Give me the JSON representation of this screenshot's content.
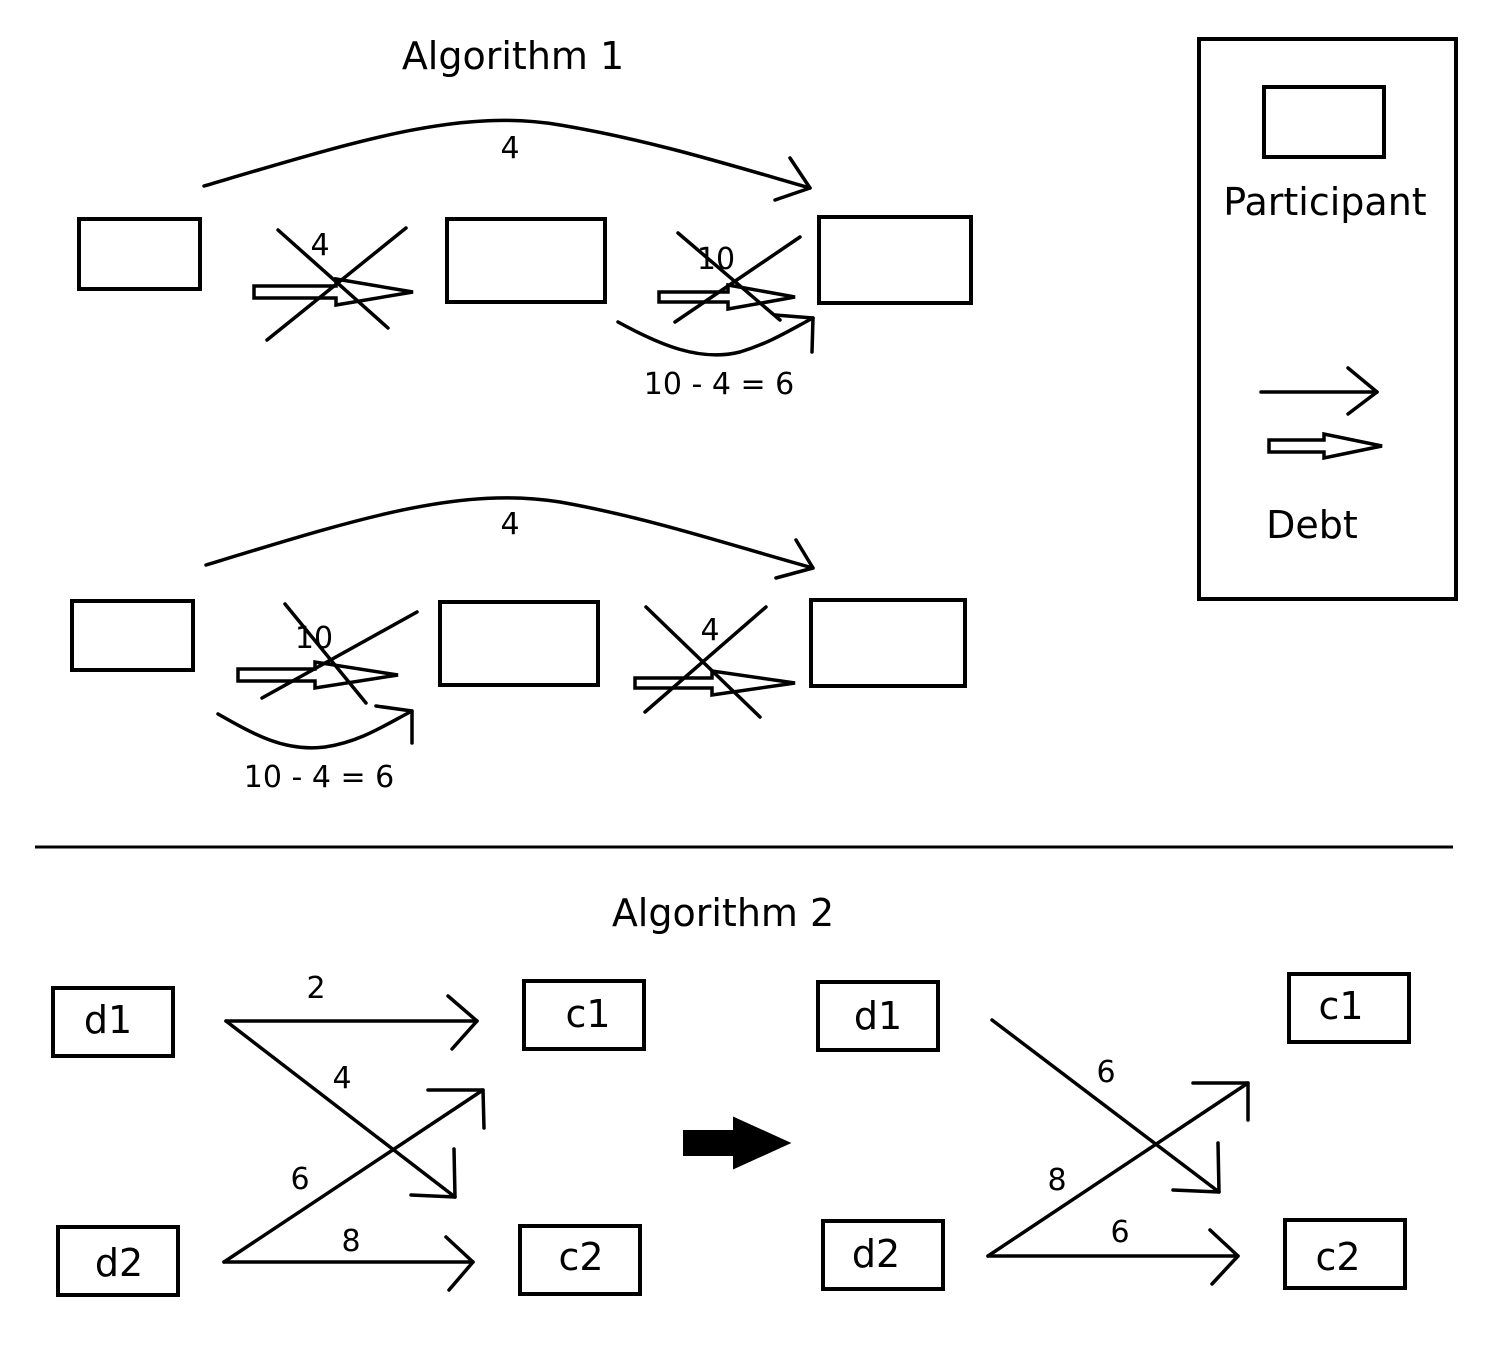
{
  "algorithm1": {
    "title": "Algorithm 1",
    "row1": {
      "skip_amount": "4",
      "debt_a_amount": "4",
      "debt_b_amount": "10",
      "remainder_label": "10 - 4 = 6"
    },
    "row2": {
      "skip_amount": "4",
      "debt_a_amount": "10",
      "debt_b_amount": "4",
      "remainder_label": "10 - 4 = 6"
    }
  },
  "legend": {
    "participant_label": "Participant",
    "debt_label": "Debt"
  },
  "algorithm2": {
    "title": "Algorithm 2",
    "before": {
      "debtors": [
        "d1",
        "d2"
      ],
      "creditors": [
        "c1",
        "c2"
      ],
      "edges": [
        {
          "from": "d1",
          "to": "c1",
          "amount": "2"
        },
        {
          "from": "d1",
          "to": "c2",
          "amount": "4"
        },
        {
          "from": "d2",
          "to": "c1",
          "amount": "6"
        },
        {
          "from": "d2",
          "to": "c2",
          "amount": "8"
        }
      ]
    },
    "after": {
      "debtors": [
        "d1",
        "d2"
      ],
      "creditors": [
        "c1",
        "c2"
      ],
      "edges": [
        {
          "from": "d1",
          "to": "c2",
          "amount": "6"
        },
        {
          "from": "d2",
          "to": "c1",
          "amount": "8"
        },
        {
          "from": "d2",
          "to": "c2",
          "amount": "6"
        }
      ]
    }
  }
}
